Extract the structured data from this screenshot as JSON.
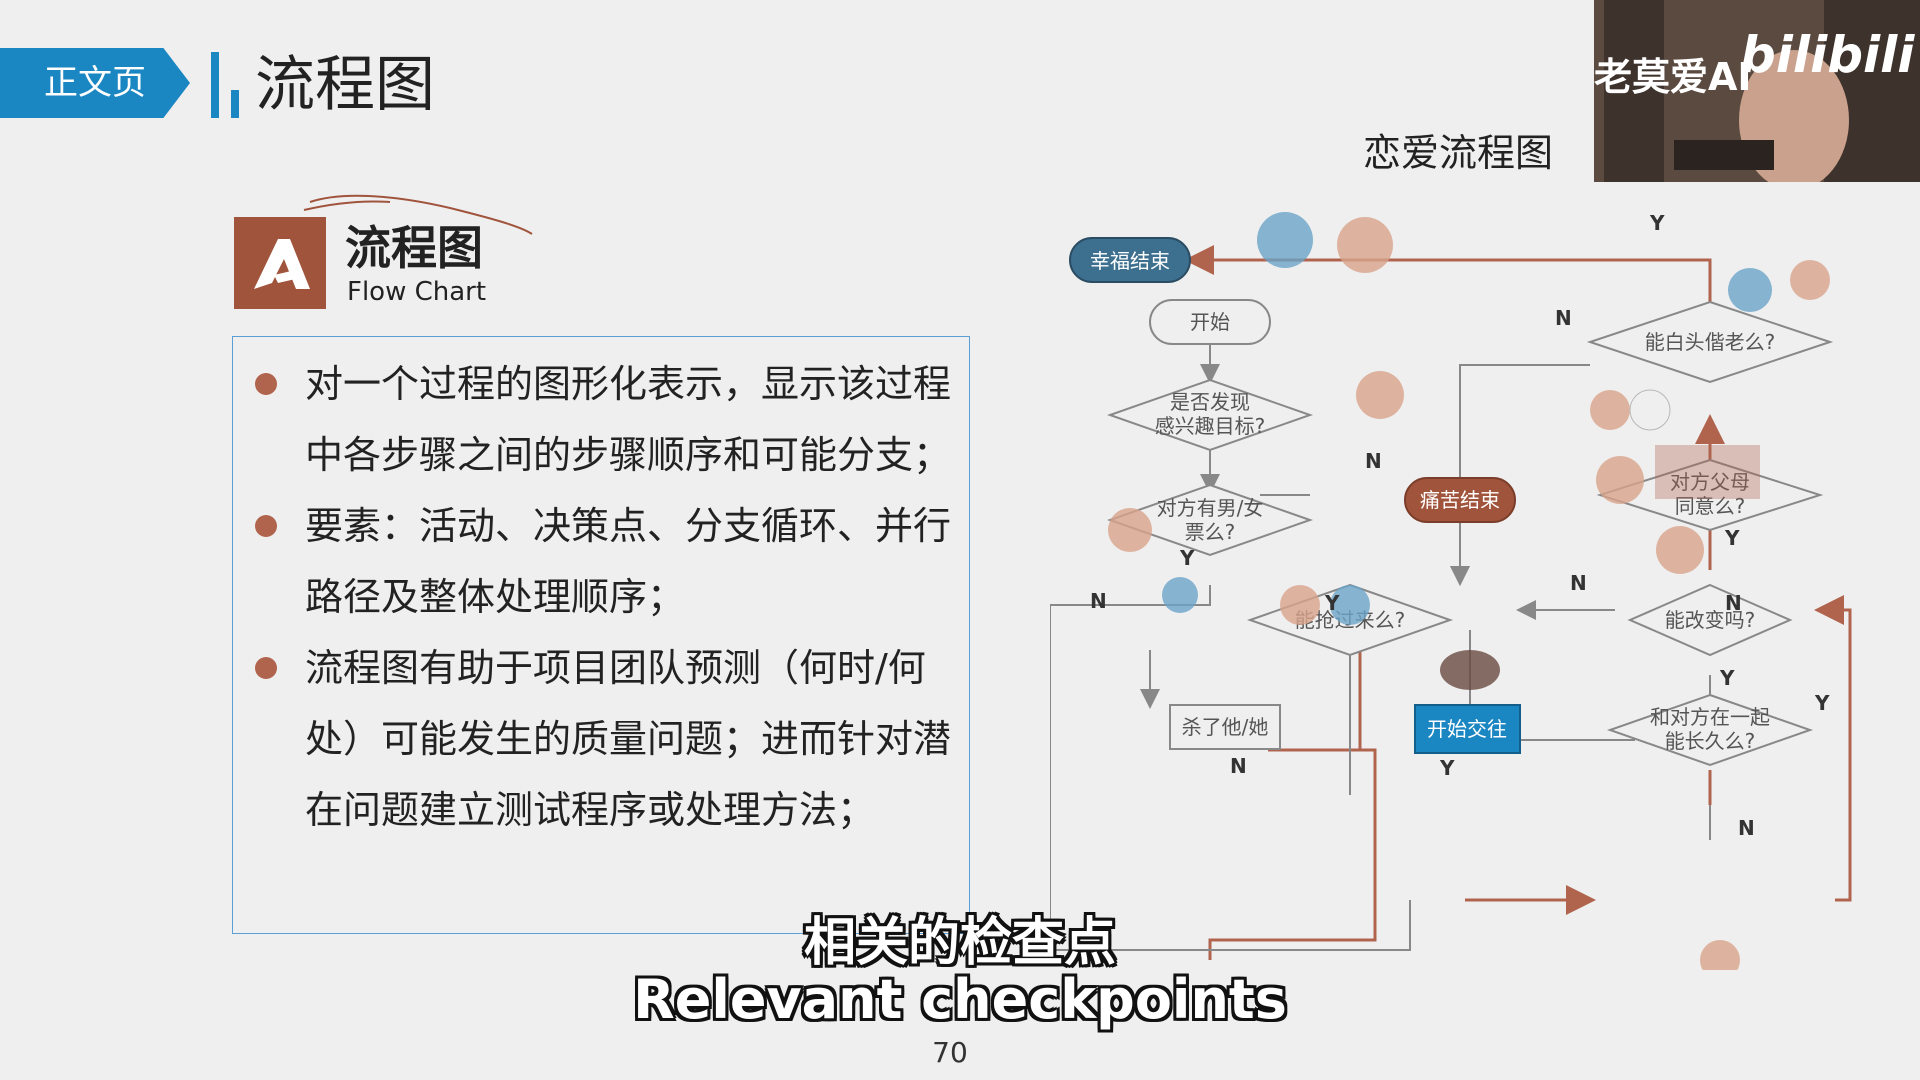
{
  "header": {
    "tag": "正文页",
    "title": "流程图"
  },
  "section": {
    "title": "流程图",
    "subtitle": "Flow Chart"
  },
  "bullets": [
    "对一个过程的图形化表示，显示该过程中各步骤之间的步骤顺序和可能分支；",
    "要素：活动、决策点、分支循环、并行路径及整体处理顺序；",
    "流程图有助于项目团队预测（何时/何处）可能发生的质量问题；进而针对潜在问题建立测试程序或处理方法；"
  ],
  "flowchart": {
    "caption": "恋爱流程图",
    "nodes": {
      "happy_end": "幸福结束",
      "start": "开始",
      "found_target": [
        "是否发现",
        "感兴趣目标?"
      ],
      "has_partner": [
        "对方有男/女",
        "票么?"
      ],
      "can_steal": "能抢过来么?",
      "kill": "杀了他/她",
      "start_dating": "开始交往",
      "long_together": [
        "和对方在一起",
        "能长久么?"
      ],
      "can_change": "能改变吗?",
      "parents_agree": [
        "对方父母",
        "同意么?"
      ],
      "grow_old": "能白头偕老么?",
      "painful_end": "痛苦结束"
    },
    "labels": {
      "yes": "Y",
      "no": "N"
    },
    "colors": {
      "arrow": "#b0644e",
      "painful_end": "#a1543c",
      "start_dating": "#1a86c2",
      "happy_end": "#3d6f8f"
    }
  },
  "webcam": {
    "label": "老莫爱AI",
    "logo": "bilibili"
  },
  "subtitles": {
    "cn": "相关的检查点",
    "en": "Relevant checkpoints"
  },
  "page_number": "70"
}
